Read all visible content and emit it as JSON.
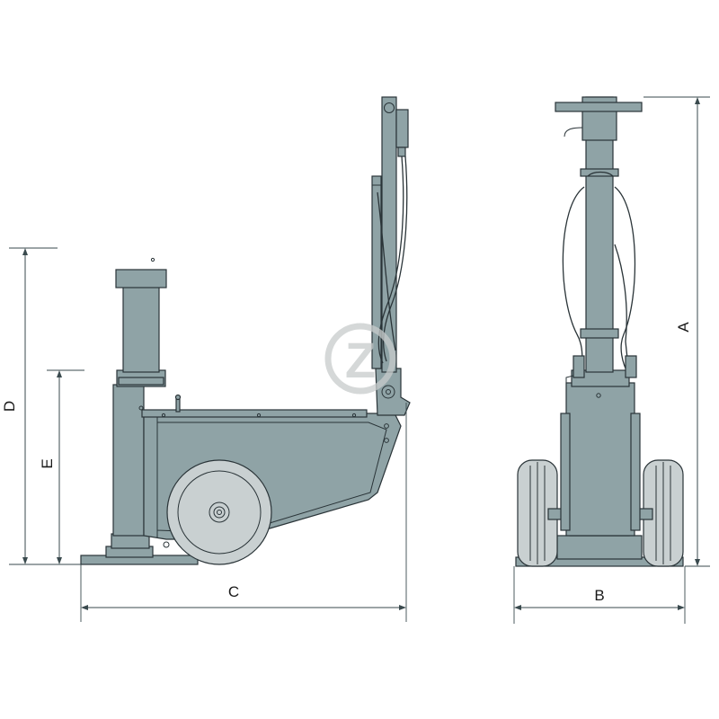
{
  "colors": {
    "steel": "#8fa3a6",
    "ink": "#2a3438",
    "tyre": "#c9d0d1",
    "dim_line": "#3a4a4e",
    "watermark": "#c8cccc"
  },
  "dimensions": {
    "A": "A",
    "B": "B",
    "C": "C",
    "D": "D",
    "E": "E"
  },
  "watermark": {
    "glyph": "Z"
  }
}
